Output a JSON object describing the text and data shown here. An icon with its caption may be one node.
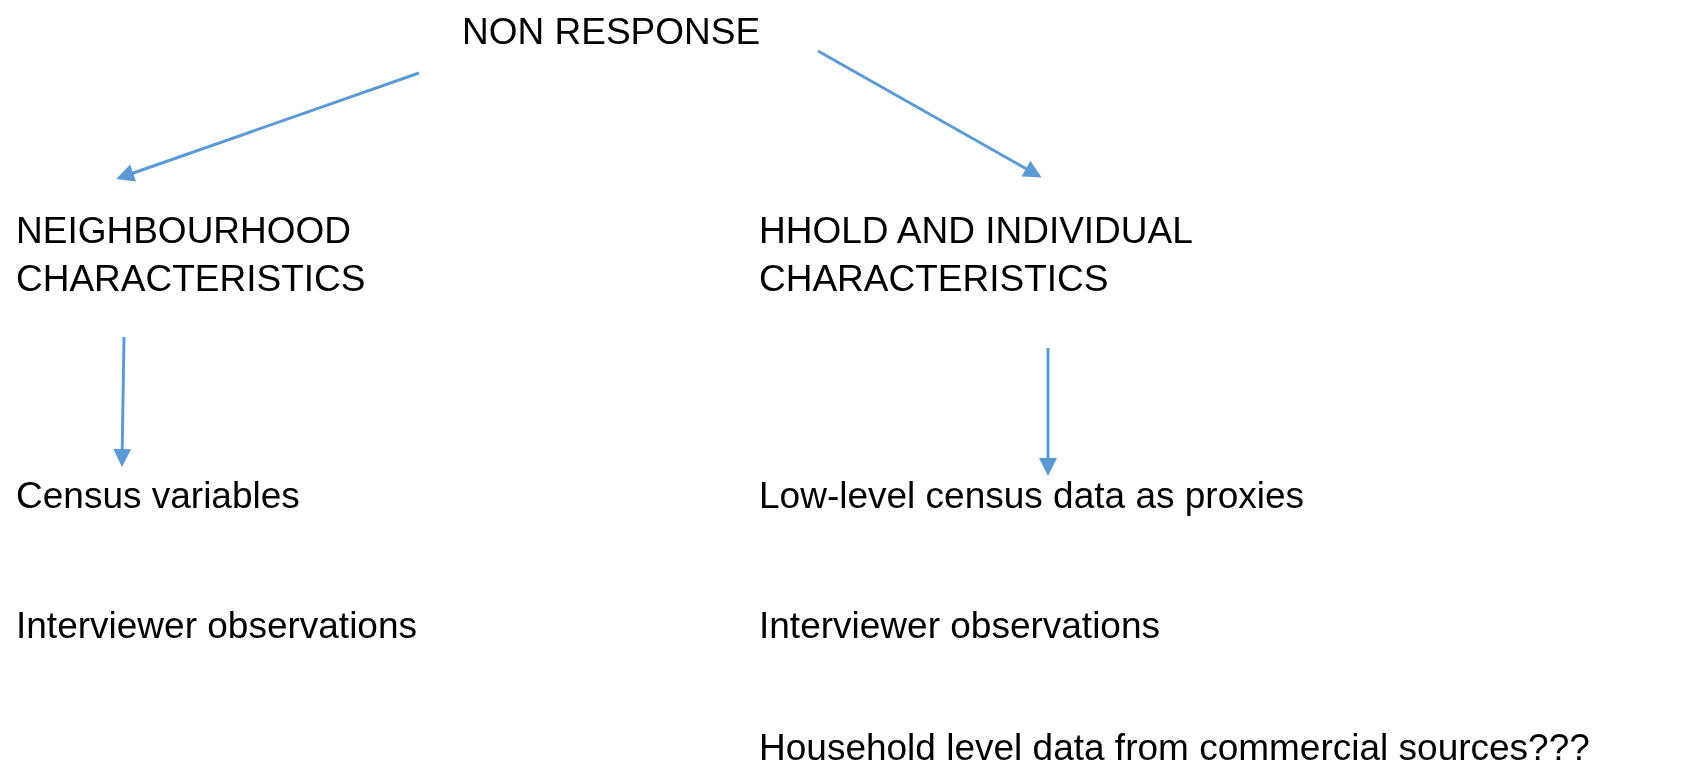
{
  "diagram": {
    "nodes": [
      {
        "text": [
          "NON RESPONSE"
        ]
      },
      {
        "text": [
          "NEIGHBOURHOOD CHARACTERISTICS"
        ]
      },
      {
        "text": [
          "HHOLD AND INDIVIDUAL CHARACTERISTICS"
        ]
      },
      {
        "text": [
          "Census variables"
        ]
      },
      {
        "text": [
          "Low-level census data as proxies"
        ]
      }
    ],
    "edges": [
      {
        "from": 0,
        "to": 1,
        "arrow": "to"
      },
      {
        "from": 0,
        "to": 2,
        "arrow": "to"
      },
      {
        "from": 1,
        "to": 3,
        "arrow": "to"
      },
      {
        "from": 2,
        "to": 4,
        "arrow": "to"
      }
    ],
    "labels": [
      "Interviewer observations",
      "Interviewer observations",
      "Household level data from commercial sources???"
    ]
  }
}
